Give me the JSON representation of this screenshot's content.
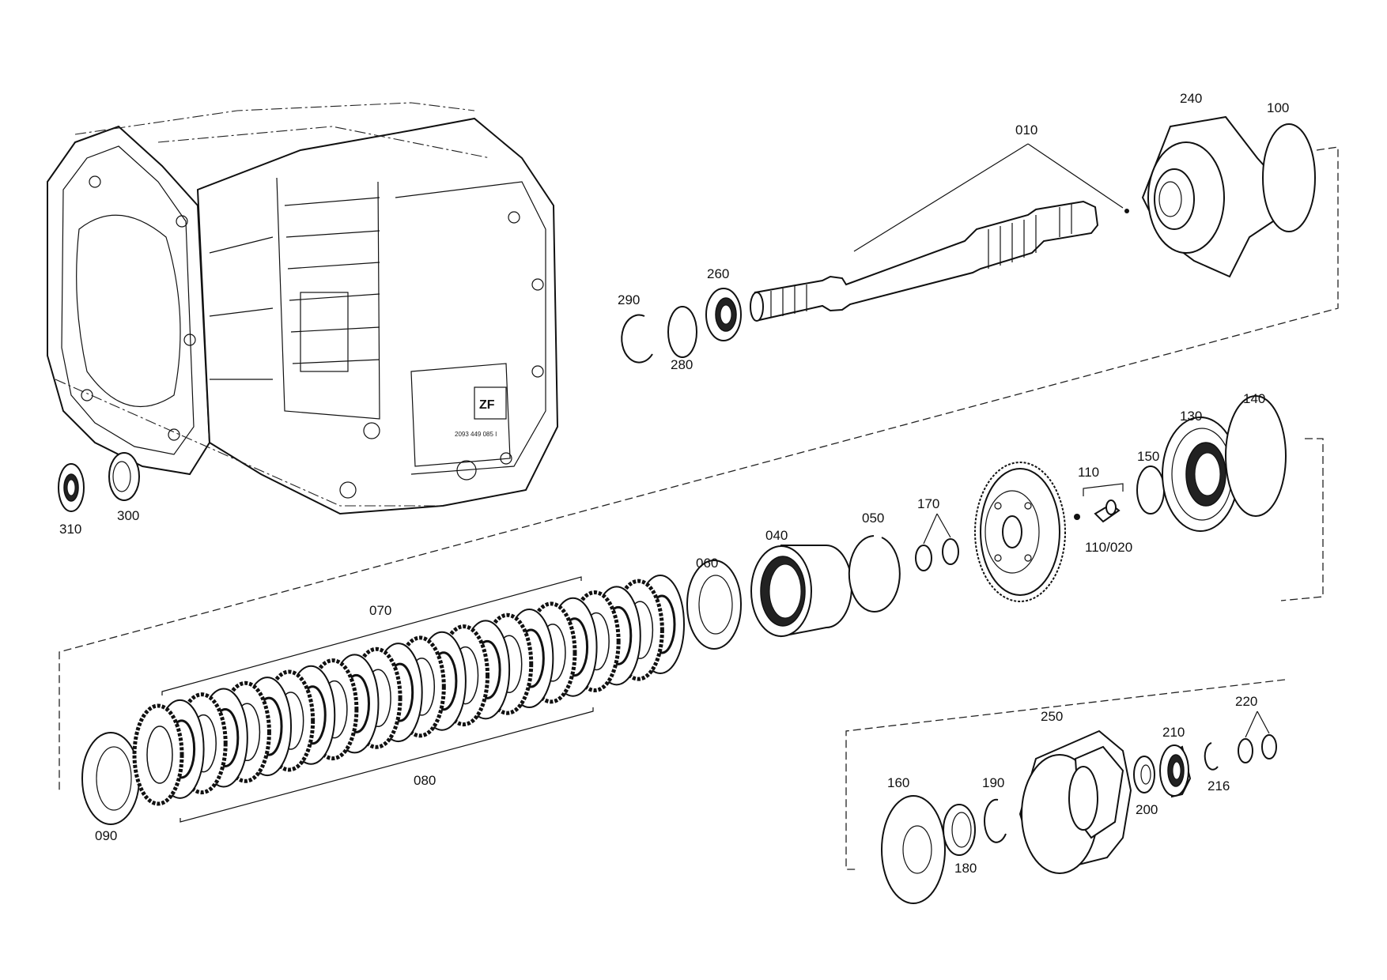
{
  "labels": {
    "p010": "010",
    "p240": "240",
    "p100": "100",
    "p260": "260",
    "p290": "290",
    "p280": "280",
    "p310": "310",
    "p300": "300",
    "p140": "140",
    "p130": "130",
    "p150": "150",
    "p110": "110",
    "p110020": "110/020",
    "p170": "170",
    "p050": "050",
    "p040": "040",
    "p060": "060",
    "p070": "070",
    "p080": "080",
    "p090": "090",
    "p250": "250",
    "p210": "210",
    "p220": "220",
    "p216": "216",
    "p200": "200",
    "p160": "160",
    "p190": "190",
    "p180": "180"
  },
  "housing": {
    "logo": "ZF",
    "part_number": "2093  449  085  I"
  },
  "colors": {
    "line": "#111111",
    "background": "#ffffff"
  }
}
